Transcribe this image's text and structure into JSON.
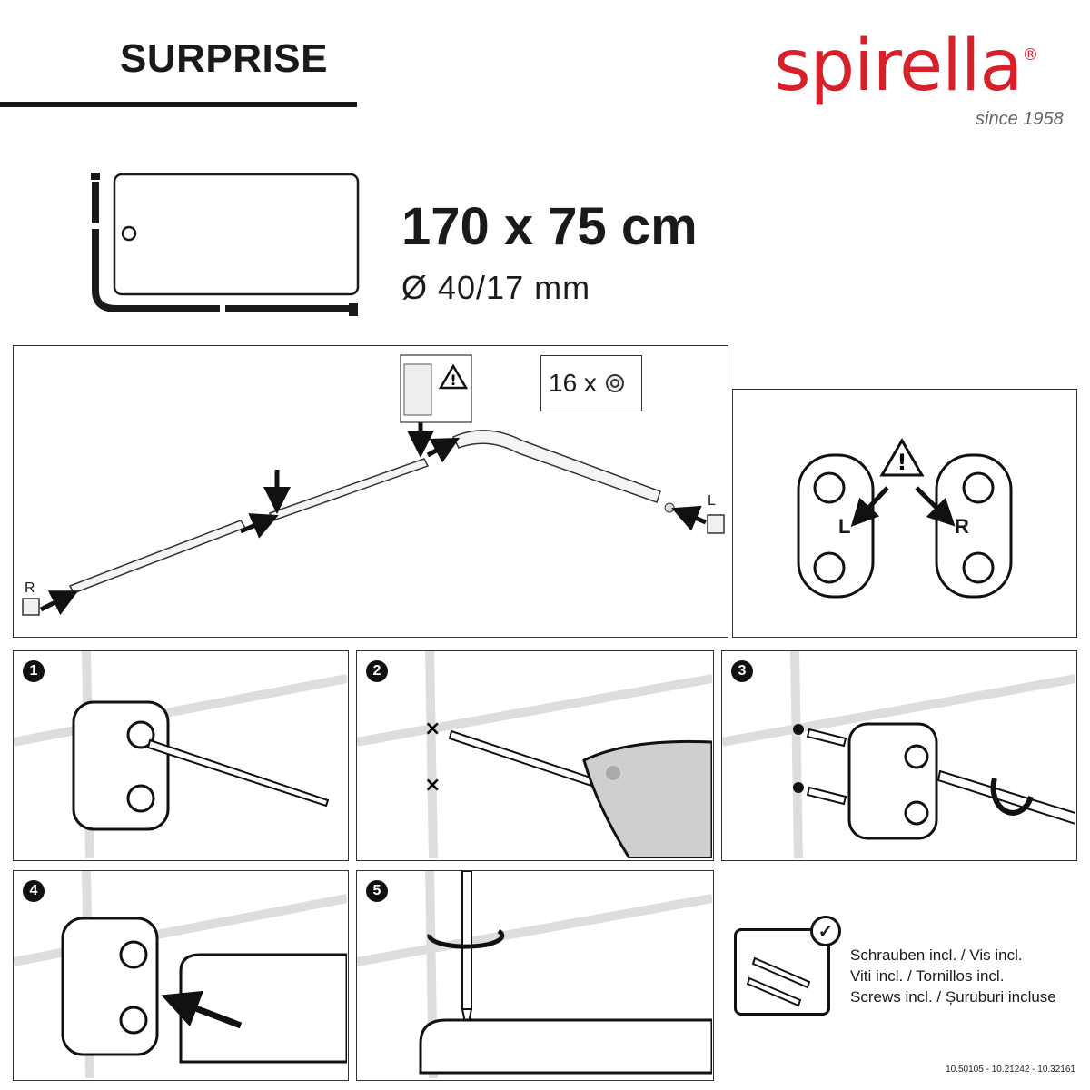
{
  "header": {
    "product_name": "SURPRISE",
    "brand_name": "spirella",
    "brand_mark": "®",
    "brand_tagline": "since 1958",
    "brand_color": "#d8202a"
  },
  "dimensions": {
    "size": "170 x 75 cm",
    "diameter": "Ø 40/17 mm"
  },
  "overview": {
    "right_label": "R",
    "left_label": "L",
    "parts_count": "16 x",
    "warning_icon": "warning-triangle-icon"
  },
  "orientation": {
    "left_letter": "L",
    "right_letter": "R"
  },
  "steps": [
    "1",
    "2",
    "3",
    "4",
    "5"
  ],
  "screws_note": {
    "lines": [
      "Schrauben incl. / Vis incl.",
      "Viti incl. / Tornillos incl.",
      "Screws incl. / Șuruburi incluse"
    ],
    "check_icon": "checkmark-icon"
  },
  "footer": {
    "article_numbers": "10.50105 - 10.21242 - 10.32161"
  }
}
